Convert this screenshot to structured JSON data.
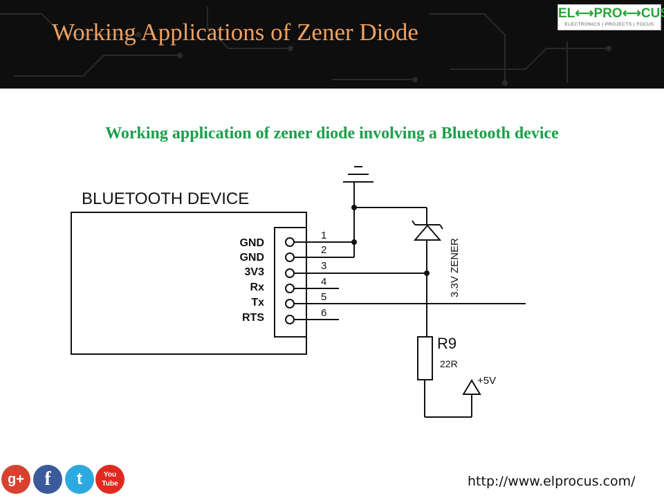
{
  "header": {
    "title": "Working Applications of Zener Diode",
    "logo": {
      "text": "EL⟷PRO⟷CUS",
      "tagline": "ELECTRONICS | PROJECTS | FOCUS"
    }
  },
  "subtitle": "Working application of zener diode involving a Bluetooth device",
  "diagram": {
    "device_label": "BLUETOOTH DEVICE",
    "pins": [
      {
        "name": "GND",
        "number": "1"
      },
      {
        "name": "GND",
        "number": "2"
      },
      {
        "name": "3V3",
        "number": "3"
      },
      {
        "name": "Rx",
        "number": "4"
      },
      {
        "name": "Tx",
        "number": "5"
      },
      {
        "name": "RTS",
        "number": "6"
      }
    ],
    "zener_label": "3.3V ZENER",
    "resistor_name": "R9",
    "resistor_value": "22R",
    "supply_label": "+5V"
  },
  "footer": {
    "url": "http://www.elprocus.com/",
    "social": [
      {
        "icon": "google-plus-icon",
        "glyph": "g+",
        "color": "#d9412f"
      },
      {
        "icon": "facebook-icon",
        "glyph": "f",
        "color": "#3b5a9a"
      },
      {
        "icon": "twitter-icon",
        "glyph": "t",
        "color": "#2da9e1"
      },
      {
        "icon": "youtube-icon",
        "glyph": "You Tube",
        "color": "#e02a20"
      }
    ]
  }
}
